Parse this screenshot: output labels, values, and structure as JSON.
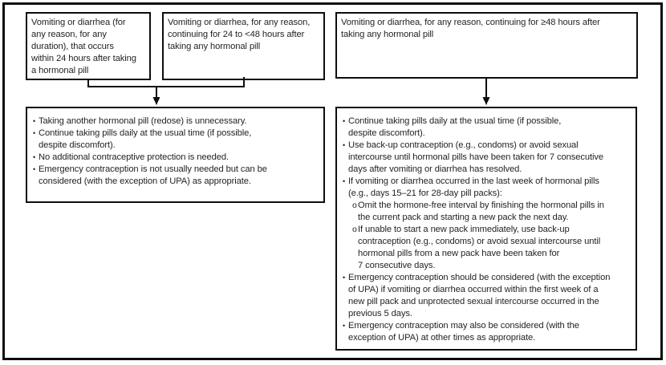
{
  "figure": {
    "type": "flowchart",
    "topic": "Vomiting or diarrhea while taking hormonal pills"
  },
  "markers": {
    "bullet": "•",
    "sub_bullet": "o"
  },
  "colors": {
    "border": "#0d0d0d",
    "text": "#231f20",
    "background": "#ffffff"
  },
  "conditions": [
    {
      "id": "within-24h",
      "text": "Vomiting or diarrhea (for\nany reason, for any\nduration), that occurs\nwithin 24 hours after taking\na hormonal pill"
    },
    {
      "id": "24-to-48h",
      "text": "Vomiting or diarrhea, for any reason,\ncontinuing for 24 to <48 hours after\ntaking any hormonal pill"
    },
    {
      "id": "48h-or-more",
      "text": "Vomiting or diarrhea, for any reason, continuing for ≥48 hours after\ntaking any hormonal pill"
    }
  ],
  "outcomes": {
    "left": {
      "bullets": [
        {
          "text": "Taking another hormonal pill (redose) is unnecessary."
        },
        {
          "text": "Continue taking pills daily at the usual time (if possible,\ndespite discomfort)."
        },
        {
          "text": "No additional contraceptive protection is needed."
        },
        {
          "text": "Emergency contraception is not usually needed but can be\nconsidered (with the exception of UPA) as appropriate."
        }
      ]
    },
    "right": {
      "bullets": [
        {
          "text": "Continue taking pills daily at the usual time (if possible,\ndespite discomfort)."
        },
        {
          "text": "Use back-up contraception (e.g., condoms) or avoid sexual\nintercourse until hormonal pills have been taken for 7 consecutive\ndays after vomiting or diarrhea has resolved."
        },
        {
          "text": "If vomiting or diarrhea occurred in the last week of hormonal pills\n(e.g., days 15–21 for 28-day pill packs):",
          "sub": [
            {
              "text": "Omit the hormone-free interval by finishing the hormonal pills in\nthe current pack and starting a new pack the next day."
            },
            {
              "text": "If unable to start a new pack immediately, use back-up\ncontraception (e.g., condoms) or avoid sexual intercourse until\nhormonal pills from a new pack have been taken for\n7 consecutive days."
            }
          ]
        },
        {
          "text": "Emergency contraception should be considered (with the exception\nof UPA) if vomiting or diarrhea occurred within the first week of a\nnew pill pack and unprotected sexual intercourse occurred in the\nprevious 5 days."
        },
        {
          "text": "Emergency contraception may also be considered (with the\nexception of UPA) at other times as appropriate."
        }
      ]
    }
  }
}
